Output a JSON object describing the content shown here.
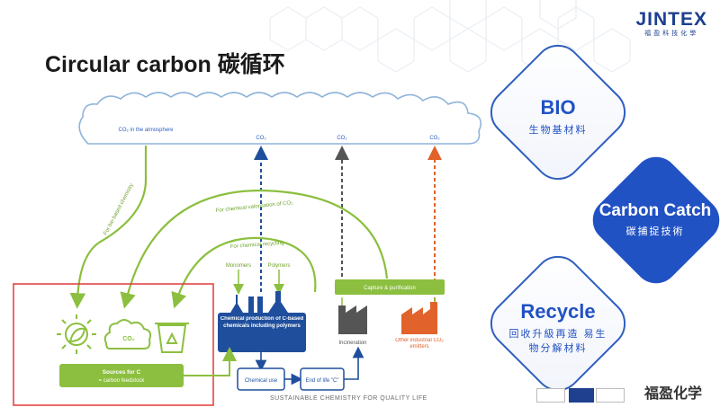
{
  "title": "Circular carbon 碳循环",
  "logo": {
    "name": "JINTEX",
    "subtitle": "福盈科技化學"
  },
  "diamonds": [
    {
      "title": "BIO",
      "subtitle": "生物基材料",
      "style": "outline"
    },
    {
      "title": "Carbon Catch",
      "subtitle": "碳捕捉技術",
      "style": "filled"
    },
    {
      "title": "Recycle",
      "subtitle": "回收升級再造 易生物分解材料",
      "style": "outline"
    }
  ],
  "diagram": {
    "cloud_label_atmosphere": "CO₂ in the atmosphere",
    "cloud_co2_labels": [
      "CO₂",
      "CO₂",
      "CO₂"
    ],
    "arrow_bio_based": "For bio-based chemistry",
    "arrow_chem_valorisation": "For chemical valorisation of CO₂",
    "arrow_chem_recycling": "For chemical recycling",
    "monomers": "Monomers",
    "polymers": "Polymers",
    "capture_box": "Capture & purification",
    "chem_production": "Chemical production of C-based chemicals including polymers",
    "incineration": "Incineration",
    "other_emitters": "Other industrial CO₂ emitters",
    "sources_box_line1": "Sources for C",
    "sources_box_line2": "= carbon feedstock",
    "chemical_use": "Chemical use",
    "end_of_life": "End of life \"C\"",
    "co2_badge": "CO₂"
  },
  "footer": "SUSTAINABLE CHEMISTRY FOR QUALITY LIFE",
  "watermark": "福盈化学",
  "colors": {
    "green": "#8cbf3f",
    "blue": "#1f4e9c",
    "dark_blue": "#1d3f8f",
    "orange": "#e2622b",
    "red_box": "#e03a3a",
    "gray": "#555555"
  }
}
